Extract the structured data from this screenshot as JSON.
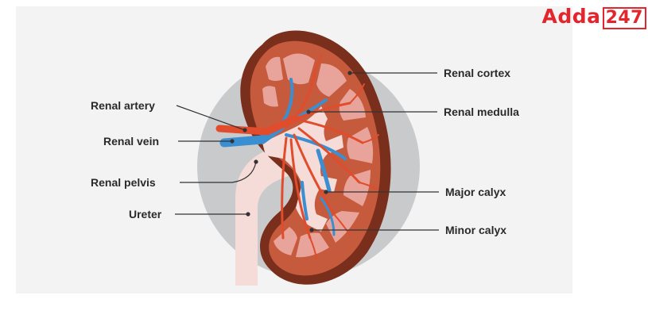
{
  "brand": {
    "name": "Adda",
    "number": "247",
    "color": "#e4252b"
  },
  "diagram": {
    "labels_left": {
      "renal_artery": "Renal artery",
      "renal_vein": "Renal vein",
      "renal_pelvis": "Renal pelvis",
      "ureter": "Ureter"
    },
    "labels_right": {
      "renal_cortex": "Renal cortex",
      "renal_medulla": "Renal medulla",
      "major_calyx": "Major calyx",
      "minor_calyx": "Minor calyx"
    },
    "colors": {
      "capsule": "#7a2f1c",
      "cortex": "#c65a3c",
      "medulla": "#e8a49a",
      "pelvis": "#f6dcd8",
      "artery": "#e04c2c",
      "vein": "#3b8fd0",
      "background_circle": "#c9cacc",
      "panel": "#f3f3f3"
    }
  }
}
